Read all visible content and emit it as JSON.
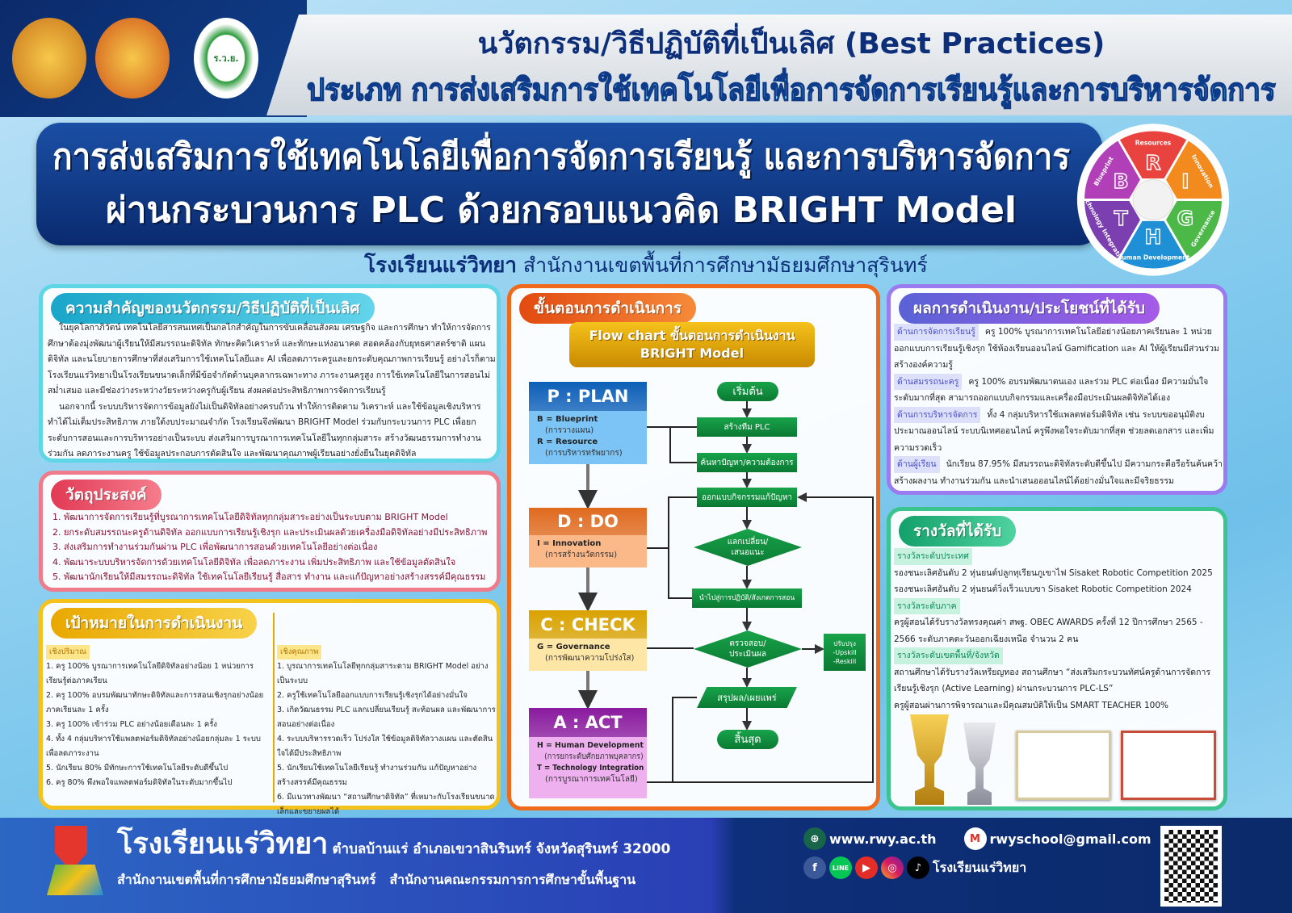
{
  "header": {
    "title": "นวัตกรรม/วิธีปฏิบัติที่เป็นเลิศ (Best Practices)",
    "category": "ประเภท การส่งเสริมการใช้เทคโนโลยีเพื่อการจัดการเรียนรู้และการบริหารจัดการ",
    "logos": [
      "ตรากระทรวงศึกษาธิการ",
      "ตราสำนักงานเขตพื้นที่การศึกษา",
      "ตราโรงเรียน ร.ว.ย."
    ]
  },
  "banner": {
    "line1": "การส่งเสริมการใช้เทคโนโลยีเพื่อการจัดการเรียนรู้ และการบริหารจัดการ",
    "line2": "ผ่านกระบวนการ PLC ด้วยกรอบแนวคิด BRIGHT Model"
  },
  "wheel": {
    "segments": [
      {
        "letter": "R",
        "label": "Resources",
        "color": "#e8433f"
      },
      {
        "letter": "I",
        "label": "Innovation",
        "color": "#f28a1e"
      },
      {
        "letter": "G",
        "label": "Governance",
        "color": "#4cb848"
      },
      {
        "letter": "H",
        "label": "Human Development",
        "color": "#1f8fd6"
      },
      {
        "letter": "T",
        "label": "Technology Integration",
        "color": "#7b3fb0"
      },
      {
        "letter": "B",
        "label": "Blueprint",
        "color": "#b03fb8"
      }
    ]
  },
  "school_line": {
    "name": "โรงเรียนแร่วิทยา",
    "office": "สำนักงานเขตพื้นที่การศึกษามัธยมศึกษาสุรินทร์"
  },
  "importance": {
    "title": "ความสำคัญของนวัตกรรม/วิธีปฏิบัติที่เป็นเลิศ",
    "paragraphs": [
      "ในยุคโลกาภิวัตน์ เทคโนโลยีสารสนเทศเป็นกลไกสำคัญในการขับเคลื่อนสังคม เศรษฐกิจ และการศึกษา ทำให้การจัดการศึกษาต้องมุ่งพัฒนาผู้เรียนให้มีสมรรถนะดิจิทัล ทักษะคิดวิเคราะห์ และทักษะแห่งอนาคต สอดคล้องกับยุทธศาสตร์ชาติ แผนดิจิทัล และนโยบายการศึกษาที่ส่งเสริมการใช้เทคโนโลยีและ AI เพื่อลดภาระครูและยกระดับคุณภาพการเรียนรู้ อย่างไรก็ตาม โรงเรียนแร่วิทยาเป็นโรงเรียนขนาดเล็กที่มีข้อจำกัดด้านบุคลากรเฉพาะทาง ภาระงานครูสูง การใช้เทคโนโลยีในการสอนไม่สม่ำเสมอ และมีช่องว่างระหว่างวัยระหว่างครูกับผู้เรียน ส่งผลต่อประสิทธิภาพการจัดการเรียนรู้",
      "นอกจากนี้ ระบบบริหารจัดการข้อมูลยังไม่เป็นดิจิทัลอย่างครบถ้วน ทำให้การติดตาม วิเคราะห์ และใช้ข้อมูลเชิงบริหารทำได้ไม่เต็มประสิทธิภาพ ภายใต้งบประมาณจำกัด โรงเรียนจึงพัฒนา BRIGHT Model ร่วมกับกระบวนการ PLC เพื่อยกระดับการสอนและการบริหารอย่างเป็นระบบ ส่งเสริมการบูรณาการเทคโนโลยีในทุกกลุ่มสาระ สร้างวัฒนธรรมการทำงานร่วมกัน ลดภาระงานครู ใช้ข้อมูลประกอบการตัดสินใจ และพัฒนาคุณภาพผู้เรียนอย่างยั่งยืนในยุคดิจิทัล"
    ]
  },
  "objectives": {
    "title": "วัตถุประสงค์",
    "items": [
      "1. พัฒนาการจัดการเรียนรู้ที่บูรณาการเทคโนโลยีดิจิทัลทุกกลุ่มสาระอย่างเป็นระบบตาม BRIGHT Model",
      "2. ยกระดับสมรรถนะครูด้านดิจิทัล ออกแบบการเรียนรู้เชิงรุก และประเมินผลด้วยเครื่องมือดิจิทัลอย่างมีประสิทธิภาพ",
      "3. ส่งเสริมการทำงานร่วมกันผ่าน PLC เพื่อพัฒนาการสอนด้วยเทคโนโลยีอย่างต่อเนื่อง",
      "4. พัฒนาระบบบริหารจัดการด้วยเทคโนโลยีดิจิทัล เพื่อลดภาระงาน เพิ่มประสิทธิภาพ และใช้ข้อมูลตัดสินใจ",
      "5. พัฒนานักเรียนให้มีสมรรถนะดิจิทัล ใช้เทคโนโลยีเรียนรู้ สื่อสาร ทำงาน และแก้ปัญหาอย่างสร้างสรรค์มีคุณธรรม"
    ]
  },
  "goals": {
    "title": "เป้าหมายในการดำเนินงาน",
    "quantitative": {
      "label": "เชิงปริมาณ",
      "items": [
        "1. ครู 100% บูรณาการเทคโนโลยีดิจิทัลอย่างน้อย 1 หน่วยการเรียนรู้ต่อภาคเรียน",
        "2. ครู 100% อบรมพัฒนาทักษะดิจิทัลและการสอนเชิงรุกอย่างน้อยภาคเรียนละ 1 ครั้ง",
        "3. ครู 100% เข้าร่วม PLC อย่างน้อยเดือนละ 1 ครั้ง",
        "4. ทั้ง 4 กลุ่มบริหารใช้แพลตฟอร์มดิจิทัลอย่างน้อยกลุ่มละ 1 ระบบ เพื่อลดภาระงาน",
        "5. นักเรียน 80% มีทักษะการใช้เทคโนโลยีระดับดีขึ้นไป",
        "6. ครู 80% พึงพอใจแพลตฟอร์มดิจิทัลในระดับมากขึ้นไป"
      ]
    },
    "qualitative": {
      "label": "เชิงคุณภาพ",
      "items": [
        "1. บูรณาการเทคโนโลยีทุกกลุ่มสาระตาม BRIGHT Model อย่างเป็นระบบ",
        "2. ครูใช้เทคโนโลยีออกแบบการเรียนรู้เชิงรุกได้อย่างมั่นใจ",
        "3. เกิดวัฒนธรรม PLC แลกเปลี่ยนเรียนรู้ สะท้อนผล และพัฒนาการสอนอย่างต่อเนื่อง",
        "4. ระบบบริหารรวดเร็ว โปร่งใส ใช้ข้อมูลดิจิทัลวางแผน และตัดสินใจได้มีประสิทธิภาพ",
        "5. นักเรียนใช้เทคโนโลยีเรียนรู้ ทำงานร่วมกัน แก้ปัญหาอย่างสร้างสรรค์มีคุณธรรม",
        "6. มีแนวทางพัฒนา “สถานศึกษาดิจิทัล” ที่เหมาะกับโรงเรียนขนาดเล็กและขยายผลได้"
      ]
    }
  },
  "process": {
    "title": "ขั้นตอนการดำเนินการ",
    "flow_title_1": "Flow chart ขั้นตอนการดำเนินงาน",
    "flow_title_2": "BRIGHT Model",
    "pdca": [
      {
        "head": "P : PLAN",
        "color": "#0d5fb8",
        "body_color": "#7cc4f5",
        "lines": [
          {
            "k": "B = Blueprint",
            "v": "(การวางแผน)"
          },
          {
            "k": "R = Resource",
            "v": "(การบริหารทรัพยากร)"
          }
        ]
      },
      {
        "head": "D : DO",
        "color": "#e06a1e",
        "body_color": "#fbb98a",
        "lines": [
          {
            "k": "I = Innovation",
            "v": "(การสร้างนวัตกรรม)"
          }
        ]
      },
      {
        "head": "C : CHECK",
        "color": "#d9a200",
        "body_color": "#fde6a6",
        "lines": [
          {
            "k": "G = Governance",
            "v": "(การพัฒนาความโปร่งใส)"
          }
        ]
      },
      {
        "head": "A : ACT",
        "color": "#8a1a9e",
        "body_color": "#eeb0ef",
        "lines": [
          {
            "k": "H = Human Development",
            "v": "(การยกระดับศักยภาพบุคลากร)"
          },
          {
            "k": "T = Technology Integration",
            "v": "(การบูรณาการเทคโนโลยี)"
          }
        ]
      }
    ],
    "flow": {
      "start": "เริ่มต้น",
      "s1": "สร้างทีม PLC",
      "s2": "ค้นหาปัญหา/ความต้องการ",
      "s3": "ออกแบบกิจกรรมแก้ปัญหา",
      "d1": "แลกเปลี่ยน/ เสนอแนะ",
      "s4": "นำไปสู่การปฏิบัติ/สังเกตการสอน",
      "d2": "ตรวจสอบ/ ประเมินผล",
      "s5": "สรุปผล/เผยแพร่",
      "end": "สิ้นสุด",
      "improve": "ปรับปรุง",
      "upskill": "-Upskill",
      "reskill": "-Reskill"
    }
  },
  "results": {
    "title": "ผลการดำเนินงาน/ประโยชน์ที่ได้รับ",
    "items": [
      {
        "tag": "ด้านการจัดการเรียนรู้",
        "text": "ครู 100% บูรณาการเทคโนโลยีอย่างน้อยภาคเรียนละ 1 หน่วย ออกแบบการเรียนรู้เชิงรุก ใช้ห้องเรียนออนไลน์ Gamification และ AI ให้ผู้เรียนมีส่วนร่วมสร้างองค์ความรู้"
      },
      {
        "tag": "ด้านสมรรถนะครู",
        "text": "ครู 100% อบรมพัฒนาตนเอง และร่วม PLC ต่อเนื่อง มีความมั่นใจระดับมากที่สุด สามารถออกแบบกิจกรรมและเครื่องมือประเมินผลดิจิทัลได้เอง"
      },
      {
        "tag": "ด้านการบริหารจัดการ",
        "text": "ทั้ง 4 กลุ่มบริหารใช้แพลตฟอร์มดิจิทัล เช่น ระบบขออนุมัติงบประมาณออนไลน์ ระบบนิเทศออนไลน์ ครูพึงพอใจระดับมากที่สุด ช่วยลดเอกสาร และเพิ่มความรวดเร็ว"
      },
      {
        "tag": "ด้านผู้เรียน",
        "text": "นักเรียน 87.95% มีสมรรถนะดิจิทัลระดับดีขึ้นไป มีความกระตือรือร้นค้นคว้า สร้างผลงาน ทำงานร่วมกัน และนำเสนอออนไลน์ได้อย่างมั่นใจและมีจริยธรรม"
      }
    ]
  },
  "awards": {
    "title": "รางวัลที่ได้รับ",
    "groups": [
      {
        "tag": "รางวัลระดับประเทศ",
        "items": [
          "รองชนะเลิศอันดับ 2 หุ่นยนต์ปลูกทุเรียนภูเขาไฟ Sisaket Robotic Competition 2025",
          "รองชนะเลิศอันดับ 2 หุ่นยนต์วิ่งเร็วแบบขา Sisaket Robotic Competition 2024"
        ]
      },
      {
        "tag": "รางวัลระดับภาค",
        "items": [
          "ครูผู้สอนได้รับรางวัลทรงคุณค่า สพฐ. OBEC AWARDS ครั้งที่ 12 ปีการศึกษา 2565 - 2566 ระดับภาคตะวันออกเฉียงเหนือ จำนวน 2 คน"
        ]
      },
      {
        "tag": "รางวัลระดับเขตพื้นที่/จังหวัด",
        "items": [
          "สถานศึกษาได้รับรางวัลเหรียญทอง สถานศึกษา “ส่งเสริมกระบวนทัศน์ครูด้านการจัดการเรียนรู้เชิงรุก (Active Learning) ผ่านกระบวนการ PLC-LS”",
          "ครูผู้สอนผ่านการพิจารณาและมีคุณสมบัติให้เป็น SMART TEACHER 100%"
        ]
      }
    ]
  },
  "footer": {
    "school": "โรงเรียนแร่วิทยา",
    "address": "ตำบลบ้านแร่ อำเภอเขวาสินรินทร์ จังหวัดสุรินทร์ 32000",
    "offices": "สำนักงานเขตพื้นที่การศึกษามัธยมศึกษาสุรินทร์   สำนักงานคณะกรรมการการศึกษาขั้นพื้นฐาน",
    "website": "www.rwy.ac.th",
    "email": "rwyschool@gmail.com",
    "social_name": "โรงเรียนแร่วิทยา",
    "icons": [
      "www-globe-icon",
      "gmail-icon",
      "facebook-icon",
      "line-icon",
      "youtube-icon",
      "instagram-icon",
      "tiktok-icon",
      "qr-code"
    ]
  }
}
